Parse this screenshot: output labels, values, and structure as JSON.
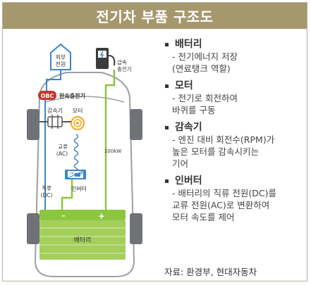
{
  "title": "전기차 부품 구조도",
  "diagram": {
    "external_power": "외부\n전원",
    "fast_charger": "급속\n충전기",
    "obc_badge": "OBC",
    "slow_charger": "완속충전기",
    "reducer": "감속기",
    "motor": "모터",
    "ac": "교류\n(AC)",
    "power_kw": "100kW",
    "dc": "직류\n(DC)",
    "inverter": "인버터",
    "inverter_dc": "DC",
    "inverter_ac": "AC",
    "battery": "배터리",
    "minus": "–",
    "plus": "+"
  },
  "sections": [
    {
      "heading": "배터리",
      "desc": "- 전기에너지 저장\n  (연료탱크 역할)"
    },
    {
      "heading": "모터",
      "desc": "- 전기로 회전하여\n  바퀴를 구동"
    },
    {
      "heading": "감속기",
      "desc": "- 엔진 대비 회전수(RPM)가\n  높은 모터를 감속시키는\n  기어"
    },
    {
      "heading": "인버터",
      "desc": "- 배터리의 직류 전원(DC)를\n  교류 전원(AC)로 변환하여\n  모터 속도를 제어"
    }
  ],
  "source": "자료: 환경부, 현대자동차",
  "colors": {
    "title_bg": "#a6986d",
    "wire_green": "#8cc63f",
    "wire_blue": "#3d86c6",
    "motor_orange": "#f5a623",
    "obc_badge": "#c0392b",
    "battery_green": "#a3cf5a"
  }
}
